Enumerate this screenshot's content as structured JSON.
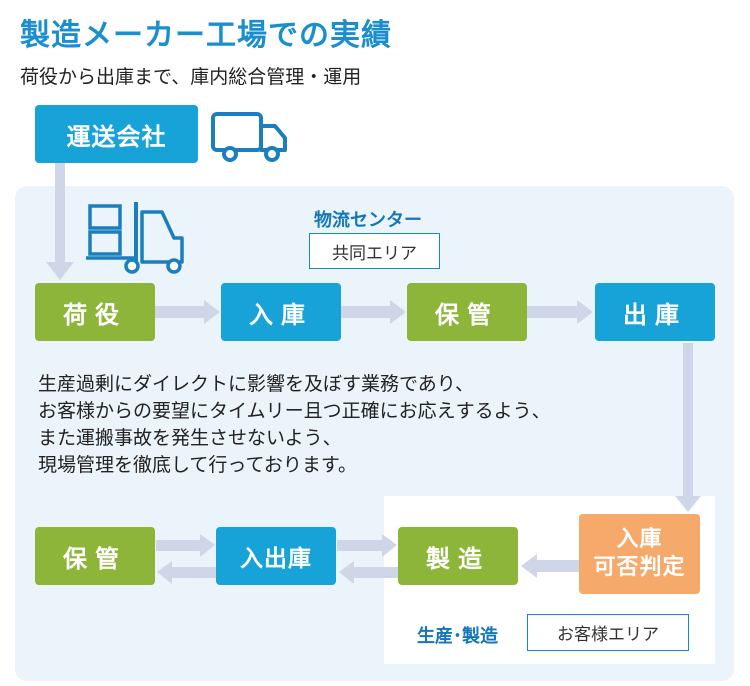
{
  "header": {
    "title": "製造メーカー工場での実績",
    "subtitle": "荷役から出庫まで、庫内総合管理・運用"
  },
  "carrier": {
    "label": "運送会社"
  },
  "shared_area": {
    "label": "物流センター",
    "tag": "共同エリア"
  },
  "customer_area": {
    "label": "生産･製造",
    "tag": "お客様エリア"
  },
  "flow_top": [
    {
      "label": "荷役"
    },
    {
      "label": "入庫"
    },
    {
      "label": "保管"
    },
    {
      "label": "出庫"
    }
  ],
  "flow_bottom": [
    {
      "label": "保管"
    },
    {
      "label": "入出庫"
    },
    {
      "label": "製造"
    },
    {
      "label": "入庫\n可否判定"
    }
  ],
  "description": [
    "生産過剰にダイレクトに影響を及ぼす業務であり、",
    "お客様からの要望にタイムリー且つ正確にお応えするよう、",
    "また運搬事故を発生させないよう、",
    "現場管理を徹底して行っております。"
  ],
  "colors": {
    "title": "#1b8fce",
    "green": "#8db53a",
    "blue": "#17a3d8",
    "orange": "#f5a96a",
    "arrow": "#cfd6e8",
    "panel": "#ebf3fb"
  },
  "icons": [
    "truck-icon",
    "forklift-icon"
  ]
}
